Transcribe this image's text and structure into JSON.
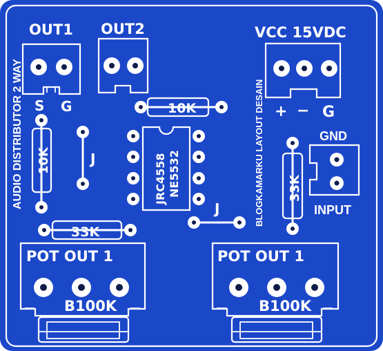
{
  "colors": {
    "board": "#1b47c9",
    "silk": "#ffffff",
    "hole": "#0f1c4a",
    "background": "#ffffff"
  },
  "labels": {
    "out1": "OUT1",
    "out2": "OUT2",
    "vcc": "VCC 15VDC",
    "s": "S",
    "g_out1": "G",
    "plus": "+",
    "minus": "−",
    "g_vcc": "G",
    "gnd": "GND",
    "input": "INPUT",
    "side_left": "AUDIO DISTRIBUTOR 2 WAY",
    "side_right": "BLOGKAMARKU LAYOUT DESAIN",
    "ic_line1": "JRC4558",
    "ic_line2": "NE5532",
    "r_top": "10K",
    "r_left": "10K",
    "r_bottom_left": "33K",
    "r_right": "33K",
    "jumper1": "J",
    "jumper2": "J",
    "pot_left_title": "POT OUT 1",
    "pot_right_title": "POT OUT 1",
    "pot_left_value": "B100K",
    "pot_right_value": "B100K"
  }
}
